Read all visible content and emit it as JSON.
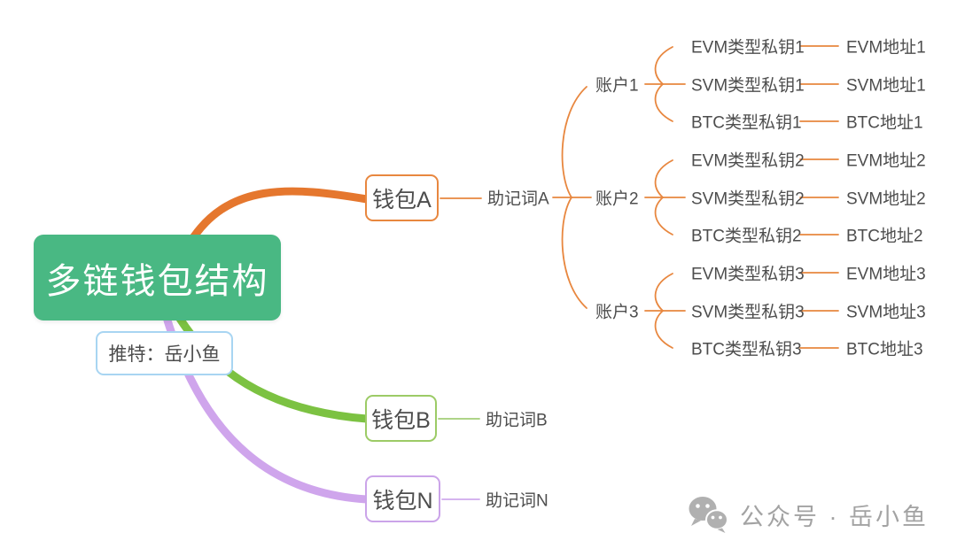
{
  "root": {
    "label": "多链钱包结构",
    "subtitle": "推特：岳小鱼"
  },
  "wallets": [
    {
      "label": "钱包A",
      "mnemonic": "助记词A",
      "color": "#E5772E"
    },
    {
      "label": "钱包B",
      "mnemonic": "助记词B",
      "color": "#7CC242"
    },
    {
      "label": "钱包N",
      "mnemonic": "助记词N",
      "color": "#CFA5EC"
    }
  ],
  "accounts": [
    {
      "label": "账户1",
      "keys": [
        {
          "key": "EVM类型私钥1",
          "address": "EVM地址1"
        },
        {
          "key": "SVM类型私钥1",
          "address": "SVM地址1"
        },
        {
          "key": "BTC类型私钥1",
          "address": "BTC地址1"
        }
      ]
    },
    {
      "label": "账户2",
      "keys": [
        {
          "key": "EVM类型私钥2",
          "address": "EVM地址2"
        },
        {
          "key": "SVM类型私钥2",
          "address": "SVM地址2"
        },
        {
          "key": "BTC类型私钥2",
          "address": "BTC地址2"
        }
      ]
    },
    {
      "label": "账户3",
      "keys": [
        {
          "key": "EVM类型私钥3",
          "address": "EVM地址3"
        },
        {
          "key": "SVM类型私钥3",
          "address": "SVM地址3"
        },
        {
          "key": "BTC类型私钥3",
          "address": "BTC地址3"
        }
      ]
    }
  ],
  "watermark": {
    "icon": "wechat-logo",
    "text": "公众号 · 岳小鱼"
  },
  "colors": {
    "root_bg": "#49B883",
    "subtitle_border": "#A8D5F2",
    "branch_orange": "#E5772E",
    "line_orange": "#E8873F",
    "branch_green": "#7CC242",
    "line_green": "#A3CE77",
    "branch_purple": "#CFA5EC",
    "line_purple": "#CFA9ED",
    "text_dark": "#4d4d4d",
    "watermark_gray": "#A3A3A3"
  }
}
